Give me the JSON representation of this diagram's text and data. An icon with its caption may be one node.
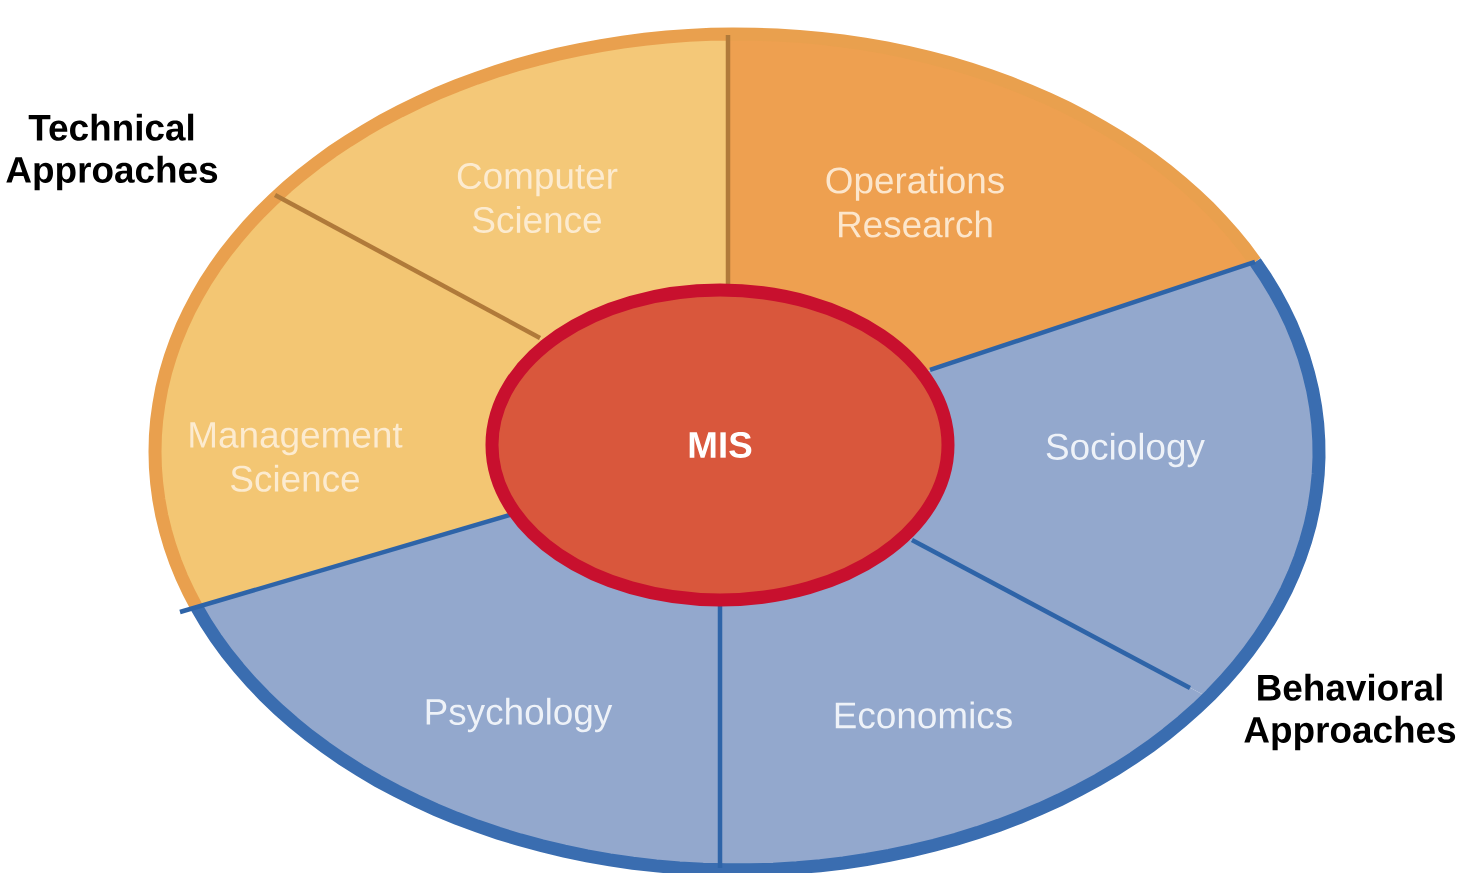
{
  "diagram": {
    "nodes": [
      {
        "text": [
          "Computer Science"
        ]
      },
      {
        "text": [
          "Operations Research"
        ]
      },
      {
        "text": [
          "Management Science"
        ]
      },
      {
        "text": [
          "MIS"
        ]
      },
      {
        "text": [
          "Sociology"
        ]
      },
      {
        "text": [
          "Psychology"
        ]
      },
      {
        "text": [
          "Economics"
        ]
      }
    ],
    "labels": [
      "Technical Approaches",
      "Behavioral Approaches"
    ]
  }
}
